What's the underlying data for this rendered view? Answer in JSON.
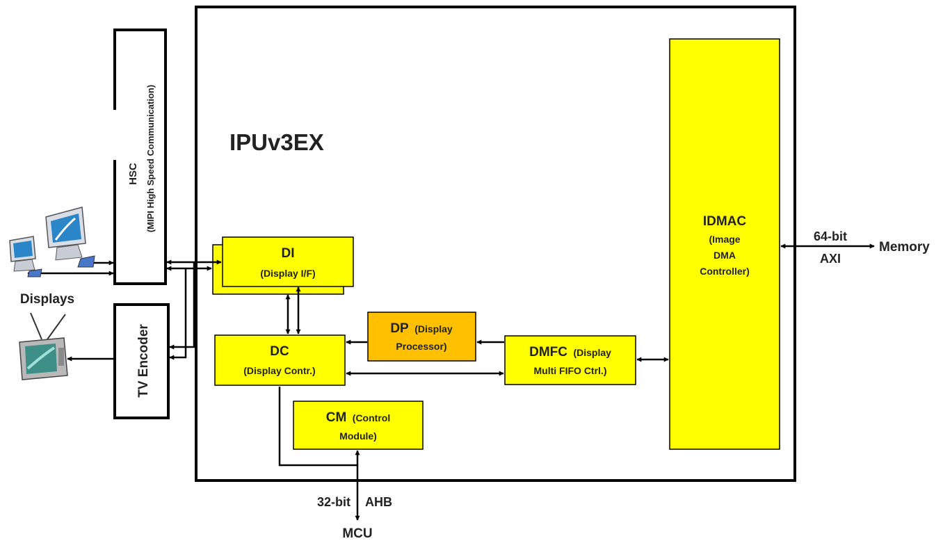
{
  "diagram": {
    "title": "IPUv3EX",
    "colors": {
      "block_fill": "#ffff00",
      "dp_fill": "#ffc000",
      "stroke": "#000000"
    },
    "blocks": {
      "hsc": {
        "name": "HSC",
        "desc": "(MIPI High Speed Communication)"
      },
      "tv_encoder": {
        "name": "TV Encoder"
      },
      "di": {
        "name": "DI",
        "desc": "(Display I/F)"
      },
      "dc": {
        "name": "DC",
        "desc": "(Display Contr.)"
      },
      "dp": {
        "name": "DP",
        "desc_1": "(Display",
        "desc_2": "Processor)"
      },
      "dmfc": {
        "name": "DMFC",
        "desc_1": "(Display",
        "desc_2": "Multi FIFO Ctrl.)"
      },
      "cm": {
        "name": "CM",
        "desc_1": "(Control",
        "desc_2": "Module)"
      },
      "idmac": {
        "name": "IDMAC",
        "desc_1": "(Image",
        "desc_2": "DMA",
        "desc_3": "Controller)"
      }
    },
    "external": {
      "displays": "Displays",
      "memory": "Memory",
      "mcu": "MCU"
    },
    "buses": {
      "axi_width": "64-bit",
      "axi_name": "AXI",
      "ahb_width": "32-bit",
      "ahb_name": "AHB"
    }
  }
}
